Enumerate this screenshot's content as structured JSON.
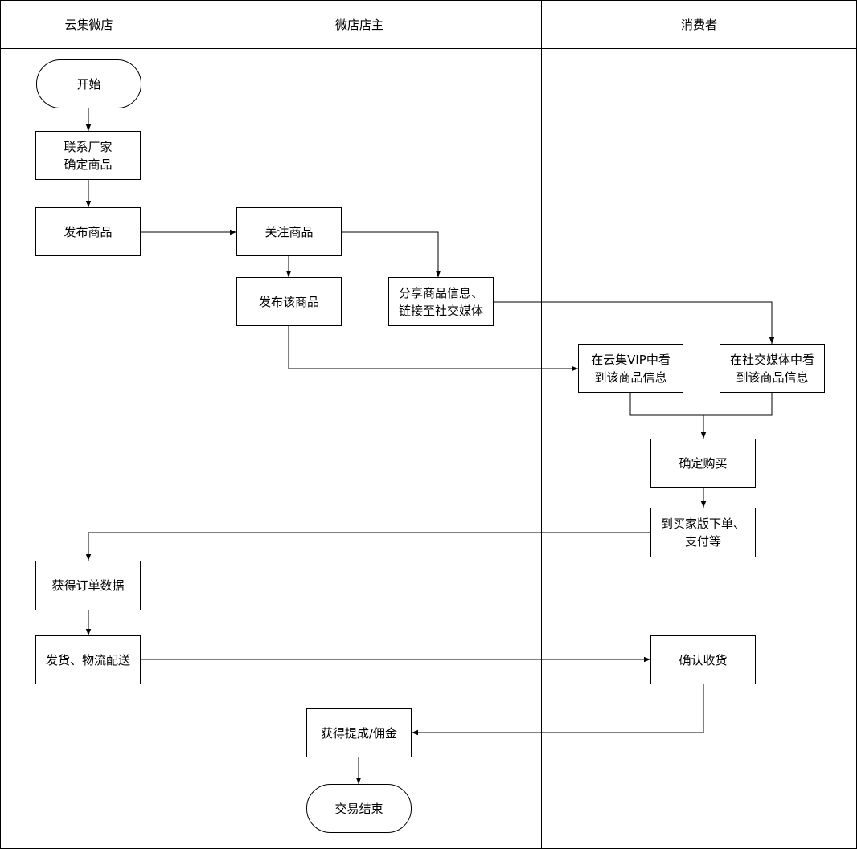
{
  "lanes": [
    {
      "id": "yunji",
      "label": "云集微店"
    },
    {
      "id": "owner",
      "label": "微店店主"
    },
    {
      "id": "consumer",
      "label": "消费者"
    }
  ],
  "nodes": {
    "start": "开始",
    "contact": "联系厂家\n确定商品",
    "publish": "发布商品",
    "follow": "关注商品",
    "republish": "发布该商品",
    "share": "分享商品信息、\n链接至社交媒体",
    "see_vip": "在云集VIP中看\n到该商品信息",
    "see_social": "在社交媒体中看\n到该商品信息",
    "confirm_buy": "确定购买",
    "order_pay": "到买家版下单、\n支付等",
    "get_order": "获得订单数据",
    "ship": "发货、物流配送",
    "receive": "确认收货",
    "commission": "获得提成/佣金",
    "end": "交易结束"
  }
}
